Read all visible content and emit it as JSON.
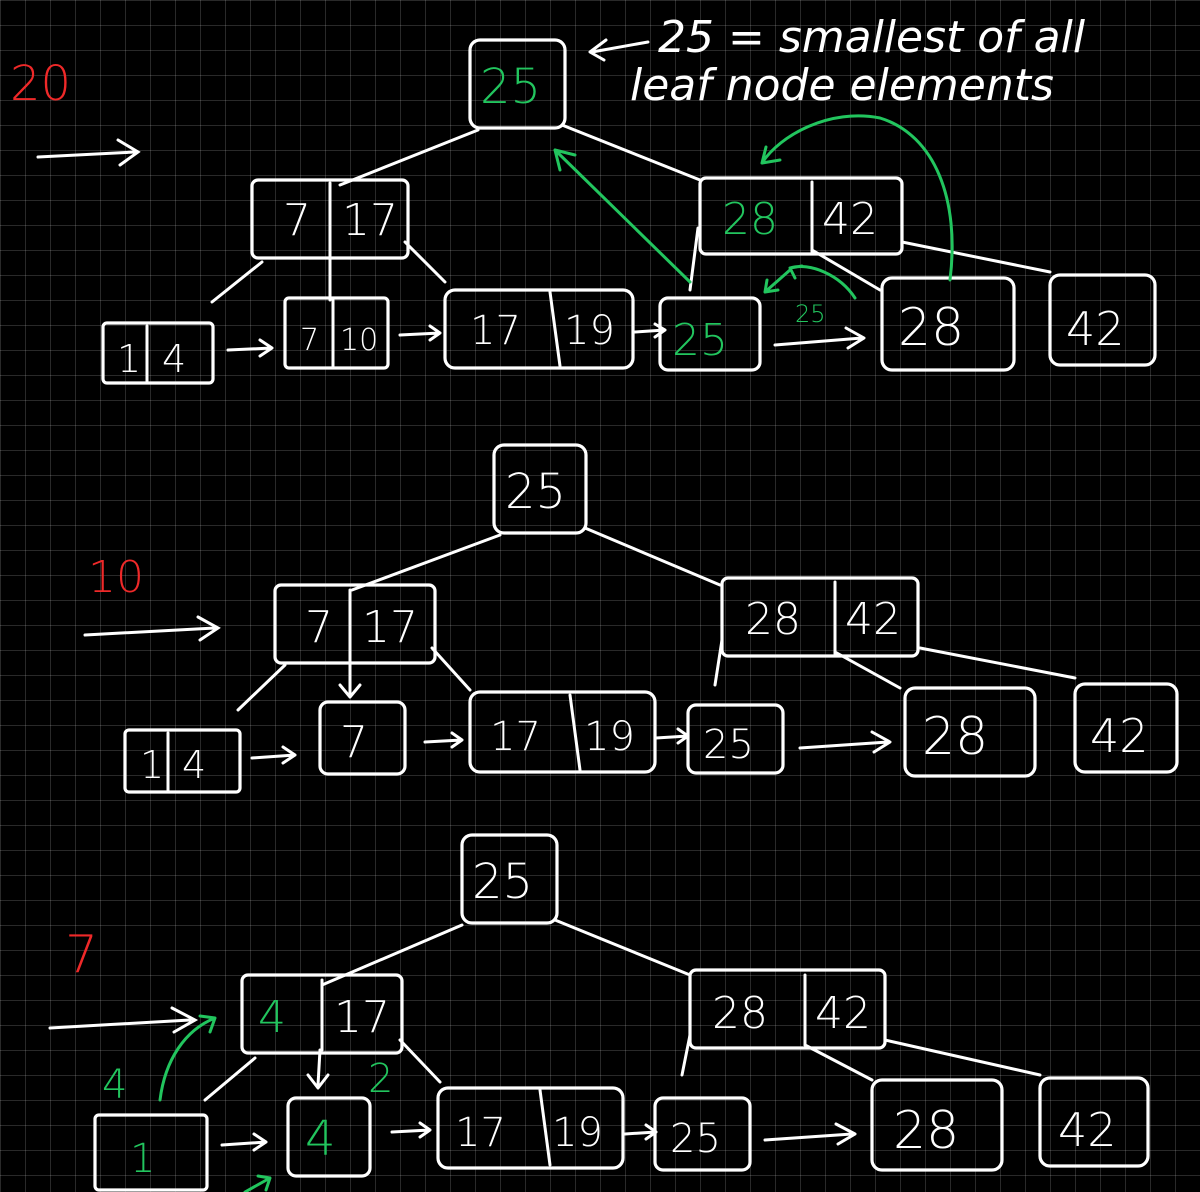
{
  "colors": {
    "background": "#000000",
    "ink": "#ffffff",
    "highlight": "#22c55e",
    "step": "#ef2929"
  },
  "annotation": {
    "line1": "25 = smallest of all",
    "line2": "leaf node elements"
  },
  "diagrams": [
    {
      "step_label": "20",
      "root": "25",
      "internal_left": [
        "7",
        "17"
      ],
      "internal_right": [
        "28",
        "42"
      ],
      "leaves": [
        [
          "1",
          "4"
        ],
        [
          "7",
          "10"
        ],
        [
          "17",
          "19"
        ],
        [
          "25"
        ],
        [
          "28"
        ],
        [
          "42"
        ]
      ],
      "promoted_label": "25"
    },
    {
      "step_label": "10",
      "root": "25",
      "internal_left": [
        "7",
        "17"
      ],
      "internal_right": [
        "28",
        "42"
      ],
      "leaves": [
        [
          "1",
          "4"
        ],
        [
          "7"
        ],
        [
          "17",
          "19"
        ],
        [
          "25"
        ],
        [
          "28"
        ],
        [
          "42"
        ]
      ]
    },
    {
      "step_label": "7",
      "root": "25",
      "internal_left": [
        "4",
        "17"
      ],
      "internal_right": [
        "28",
        "42"
      ],
      "leaves": [
        [
          "1"
        ],
        [
          "4"
        ],
        [
          "17",
          "19"
        ],
        [
          "25"
        ],
        [
          "28"
        ],
        [
          "42"
        ]
      ],
      "moved_value": "4",
      "note": "2"
    }
  ]
}
